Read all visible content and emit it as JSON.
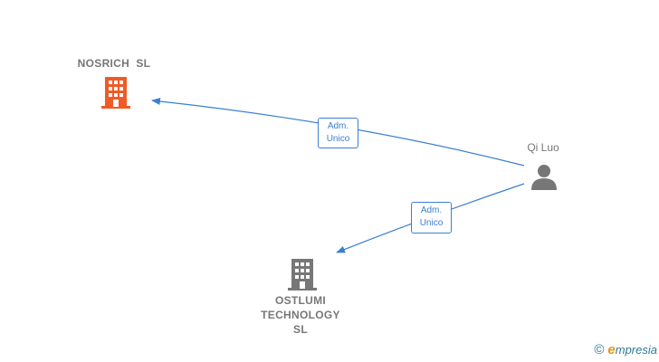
{
  "nodes": {
    "nosrich": {
      "label": "NOSRICH  SL",
      "color": "#f15a24",
      "icon": "building-icon"
    },
    "ostlumi": {
      "label_lines": [
        "OSTLUMI",
        "TECHNOLOGY",
        "SL"
      ],
      "color": "#777777",
      "icon": "building-icon"
    },
    "qiluo": {
      "label": "Qi Luo",
      "color": "#777777",
      "icon": "person-icon"
    }
  },
  "edges": [
    {
      "from": "qiluo",
      "to": "nosrich",
      "label_lines": [
        "Adm.",
        "Unico"
      ],
      "color": "#3b7fd1"
    },
    {
      "from": "qiluo",
      "to": "ostlumi",
      "label_lines": [
        "Adm.",
        "Unico"
      ],
      "color": "#3b7fd1"
    }
  ],
  "watermark": {
    "copyright_symbol": "©",
    "brand_first": "e",
    "brand_rest": "mpresia"
  }
}
